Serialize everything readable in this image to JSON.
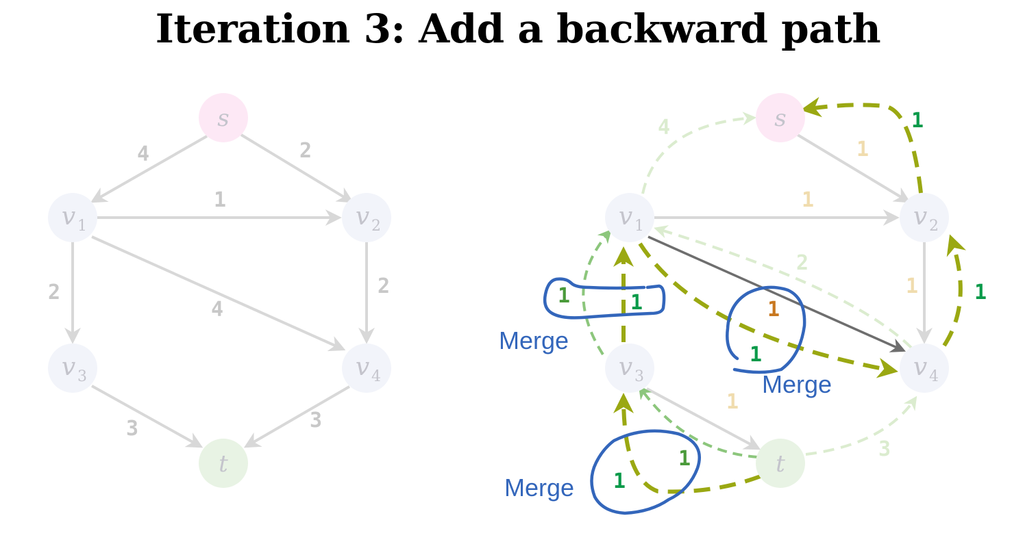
{
  "title": "Iteration 3: Add a backward path",
  "nodes": {
    "s": {
      "name": "s",
      "sub": ""
    },
    "v1": {
      "name": "v",
      "sub": "1"
    },
    "v2": {
      "name": "v",
      "sub": "2"
    },
    "v3": {
      "name": "v",
      "sub": "3"
    },
    "v4": {
      "name": "v",
      "sub": "4"
    },
    "t": {
      "name": "t",
      "sub": ""
    }
  },
  "left_graph": {
    "edges": [
      {
        "from": "s",
        "to": "v1",
        "weight": "4"
      },
      {
        "from": "s",
        "to": "v2",
        "weight": "2"
      },
      {
        "from": "v1",
        "to": "v2",
        "weight": "1"
      },
      {
        "from": "v1",
        "to": "v3",
        "weight": "2"
      },
      {
        "from": "v1",
        "to": "v4",
        "weight": "4"
      },
      {
        "from": "v2",
        "to": "v4",
        "weight": "2"
      },
      {
        "from": "v3",
        "to": "t",
        "weight": "3"
      },
      {
        "from": "v4",
        "to": "t",
        "weight": "3"
      }
    ]
  },
  "right_graph": {
    "residual_labels": {
      "s_v2": "1",
      "v1_v2": "1",
      "v2_v4": "1",
      "v3_t": "1",
      "v1_v4_orange": "1"
    },
    "backward_labels": {
      "v1_s": "4",
      "v4_v1": "2",
      "t_v4": "3",
      "v3_v1": "1",
      "t_v3": "1"
    },
    "path_labels": {
      "v2_s": "1",
      "v4_v2": "1",
      "v3_v1": "1",
      "v1_v4": "1",
      "t_v3": "1"
    },
    "merge_label": "Merge"
  },
  "colors": {
    "node_s": "#fde8f5",
    "node_v": "#f2f4fa",
    "node_t": "#e8f3e4",
    "edge_gray": "#d8d8d8",
    "edge_dark": "#6e6e6e",
    "weight_gray": "#c8c8c8",
    "residual_tan": "#f0dcae",
    "backward_green": "#dbeccf",
    "backward_mid": "#8cc67c",
    "path_olive": "#9aa812",
    "label_green": "#0a9a4a",
    "label_orange": "#c87820",
    "merge_blue": "#3366bb"
  }
}
